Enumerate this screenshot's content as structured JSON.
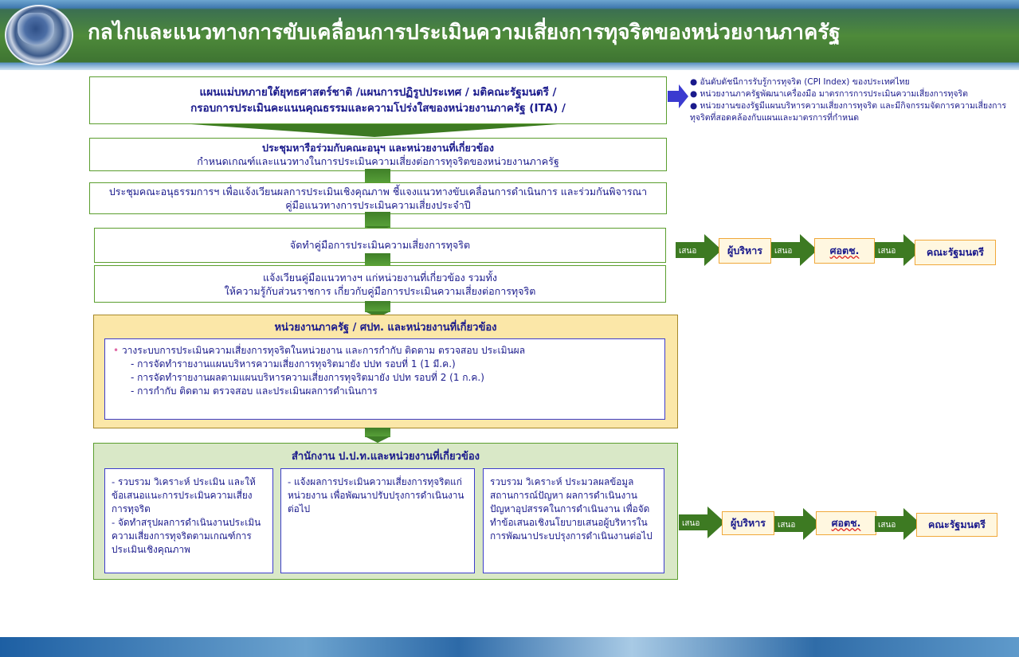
{
  "header": {
    "title": "กลไกและแนวทางการขับเคลื่อนการประเมินความเสี่ยงการทุจริตของหน่วยงานภาครัฐ"
  },
  "top_box": {
    "line1": "แผนแม่บทภายใต้ยุทธศาสตร์ชาติ /แผนการปฏิรูปประเทศ / มติคณะรัฐมนตรี /",
    "line2": "กรอบการประเมินคะแนนคุณธรรมและความโปร่งใสของหน่วยงานภาครัฐ (ITA) /"
  },
  "notes": {
    "item1": "● อันดับดัชนีการรับรู้การทุจริต (CPI Index) ของประเทศไทย",
    "item2": "● หน่วยงานภาครัฐพัฒนาเครื่องมือ มาตรการการประเมินความเสี่ยงการทุจริต",
    "item3": "● หน่วยงานของรัฐมีแผนบริหารความเสี่ยงการทุจริต และมีกิจกรรมจัดการความเสี่ยงการทุจริตที่สอดคล้องกับแผนและมาตรการที่กำหนด"
  },
  "steps": {
    "s2_line1": "ประชุมหารือร่วมกับคณะอนุฯ และหน่วยงานที่เกี่ยวข้อง",
    "s2_line2": "กำหนดเกณฑ์และแนวทางในการประเมินความเสี่ยงต่อการทุจริตของหน่วยงานภาครัฐ",
    "s3_line1": "ประชุมคณะอนุธรรมการฯ เพื่อแจ้งเวียนผลการประเมินเชิงคุณภาพ ชี้แจงแนวทางขับเคลื่อนการดำเนินการ และร่วมกันพิจารณา",
    "s3_line2": "คู่มือแนวทางการประเมินความเสี่ยงประจำปี",
    "s4": "จัดทำคู่มือการประเมินความเสี่ยงการทุจริต",
    "s5_line1": "แจ้งเวียนคู่มือแนวทางฯ แก่หน่วยงานที่เกี่ยวข้อง รวมทั้ง",
    "s5_line2": "ให้ความรู้กับส่วนราชการ เกี่ยวกับคู่มือการประเมินความเสี่ยงต่อการทุจริต"
  },
  "yellow": {
    "title": "หน่วยงานภาครัฐ / ศปท. และหน่วยงานที่เกี่ยวข้อง",
    "bullet": "•",
    "line1": "วางระบบการประเมินความเสี่ยงการทุจริตในหน่วยงาน และการกำกับ ติดตาม ตรวจสอบ ประเมินผล",
    "line2": "- การจัดทำรายงานแผนบริหารความเสี่ยงการทุจริตมายัง ปปท รอบที่ 1 (1 มี.ค.)",
    "line3": "- การจัดทำรายงานผลตามแผนบริหารความเสี่ยงการทุจริตมายัง ปปท รอบที่ 2 (1 ก.ค.)",
    "line4": "- การกำกับ ติดตาม ตรวจสอบ และประเมินผลการดำเนินการ"
  },
  "green": {
    "title": "สำนักงาน ป.ป.ท.และหน่วยงานที่เกี่ยวข้อง",
    "box1": "- รวบรวม วิเคราะห์ ประเมิน และให้ข้อเสนอแนะการประเมินความเสี่ยงการทุจริต\n- จัดทำสรุปผลการดำเนินงานประเมินความเสี่ยงการทุจริตตามเกณฑ์การประเมินเชิงคุณภาพ",
    "box2": "- แจ้งผลการประเมินความเสี่ยงการทุจริตแก่หน่วยงาน เพื่อพัฒนาปรับปรุงการดำเนินงานต่อไป",
    "box3": "รวบรวม วิเคราะห์ ประมวลผลข้อมูลสถานการณ์ปัญหา ผลการดำเนินงาน ปัญหาอุปสรรคในการดำเนินงาน เพื่อจัดทำข้อเสนอเชิงนโยบายเสนอผู้บริหารในการพัฒนาประบปรุงการดำเนินงานต่อไป"
  },
  "flow1": {
    "propose1": "เสนอ",
    "target1": "ผู้บริหาร",
    "propose2": "เสนอ",
    "target2": "ศอตช.",
    "propose3": "เสนอ",
    "target3": "คณะรัฐมนตรี"
  },
  "flow2": {
    "propose1": "เสนอ",
    "target1": "ผู้บริหาร",
    "propose2": "เสนอ",
    "target2": "ศอตช.",
    "propose3": "เสนอ",
    "target3": "คณะรัฐมนตรี"
  }
}
